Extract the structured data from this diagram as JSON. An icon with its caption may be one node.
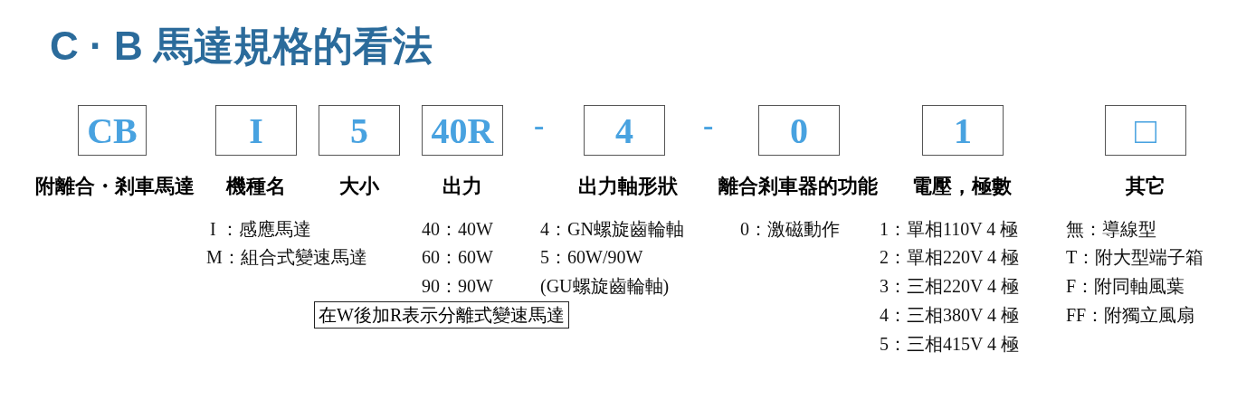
{
  "diagram": {
    "title": "C · B 馬達規格的看法",
    "nodes": [
      {
        "text": [
          "CB"
        ],
        "beside": [
          "附離合・剎車馬達"
        ]
      },
      {
        "text": [
          "I"
        ],
        "beside": [
          "機種名"
        ]
      },
      {
        "text": [
          "5"
        ],
        "beside": [
          "大小"
        ]
      },
      {
        "text": [
          "40R"
        ],
        "beside": [
          "出力"
        ]
      },
      {
        "text": [
          "4"
        ],
        "beside": [
          "出力軸形狀"
        ]
      },
      {
        "text": [
          "0"
        ],
        "beside": [
          "離合剎車器的功能"
        ]
      },
      {
        "text": [
          "1"
        ],
        "beside": [
          "電壓，極數"
        ]
      },
      {
        "text": [
          "□"
        ],
        "beside": [
          "其它"
        ]
      },
      {
        "text": [
          "在W後加R表示分離式變速馬達"
        ]
      }
    ],
    "edges": [],
    "labels": [
      "-",
      "-",
      "I ：感應馬達",
      "40：40W",
      "4：GN螺旋齒輪軸",
      "0：激磁動作",
      "1：單相110V 4 極",
      "無：導線型",
      "M：組合式變速馬達",
      "60：60W",
      "5：60W/90W",
      "2：單相220V 4 極",
      "T：附大型端子箱",
      "90：90W",
      "(GU螺旋齒輪軸)",
      "3：三相220V 4 極",
      "F：附同軸風葉",
      "4：三相380V 4 極",
      "FF：附獨立風扇",
      "5：三相415V 4 極"
    ]
  }
}
